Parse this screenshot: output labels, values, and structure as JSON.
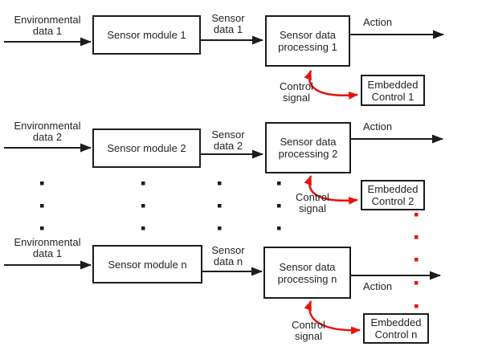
{
  "diagram": {
    "colors": {
      "line": "#1c1c1c",
      "text": "#242424",
      "control": "#e8130d",
      "background": "#ffffff"
    },
    "rows": [
      {
        "env": [
          "Environmental",
          "data 1"
        ],
        "module": "Sensor module 1",
        "sensor": [
          "Sensor",
          "data 1"
        ],
        "processing": [
          "Sensor data",
          "processing 1"
        ],
        "action": "Action",
        "control": [
          "Control",
          "signal"
        ],
        "embedded": [
          "Embedded",
          "Control 1"
        ]
      },
      {
        "env": [
          "Environmental",
          "data 2"
        ],
        "module": "Sensor module 2",
        "sensor": [
          "Sensor",
          "data 2"
        ],
        "processing": [
          "Sensor data",
          "processing 2"
        ],
        "action": "Action",
        "control": [
          "Control",
          "signal"
        ],
        "embedded": [
          "Embedded",
          "Control 2"
        ]
      },
      {
        "env": [
          "Environmental",
          "data 1"
        ],
        "module": "Sensor module n",
        "sensor": [
          "Sensor",
          "data n"
        ],
        "processing": [
          "Sensor data",
          "processing n"
        ],
        "action": "Action",
        "control": [
          "Control",
          "signal"
        ],
        "embedded": [
          "Embedded",
          "Control n"
        ]
      }
    ]
  }
}
